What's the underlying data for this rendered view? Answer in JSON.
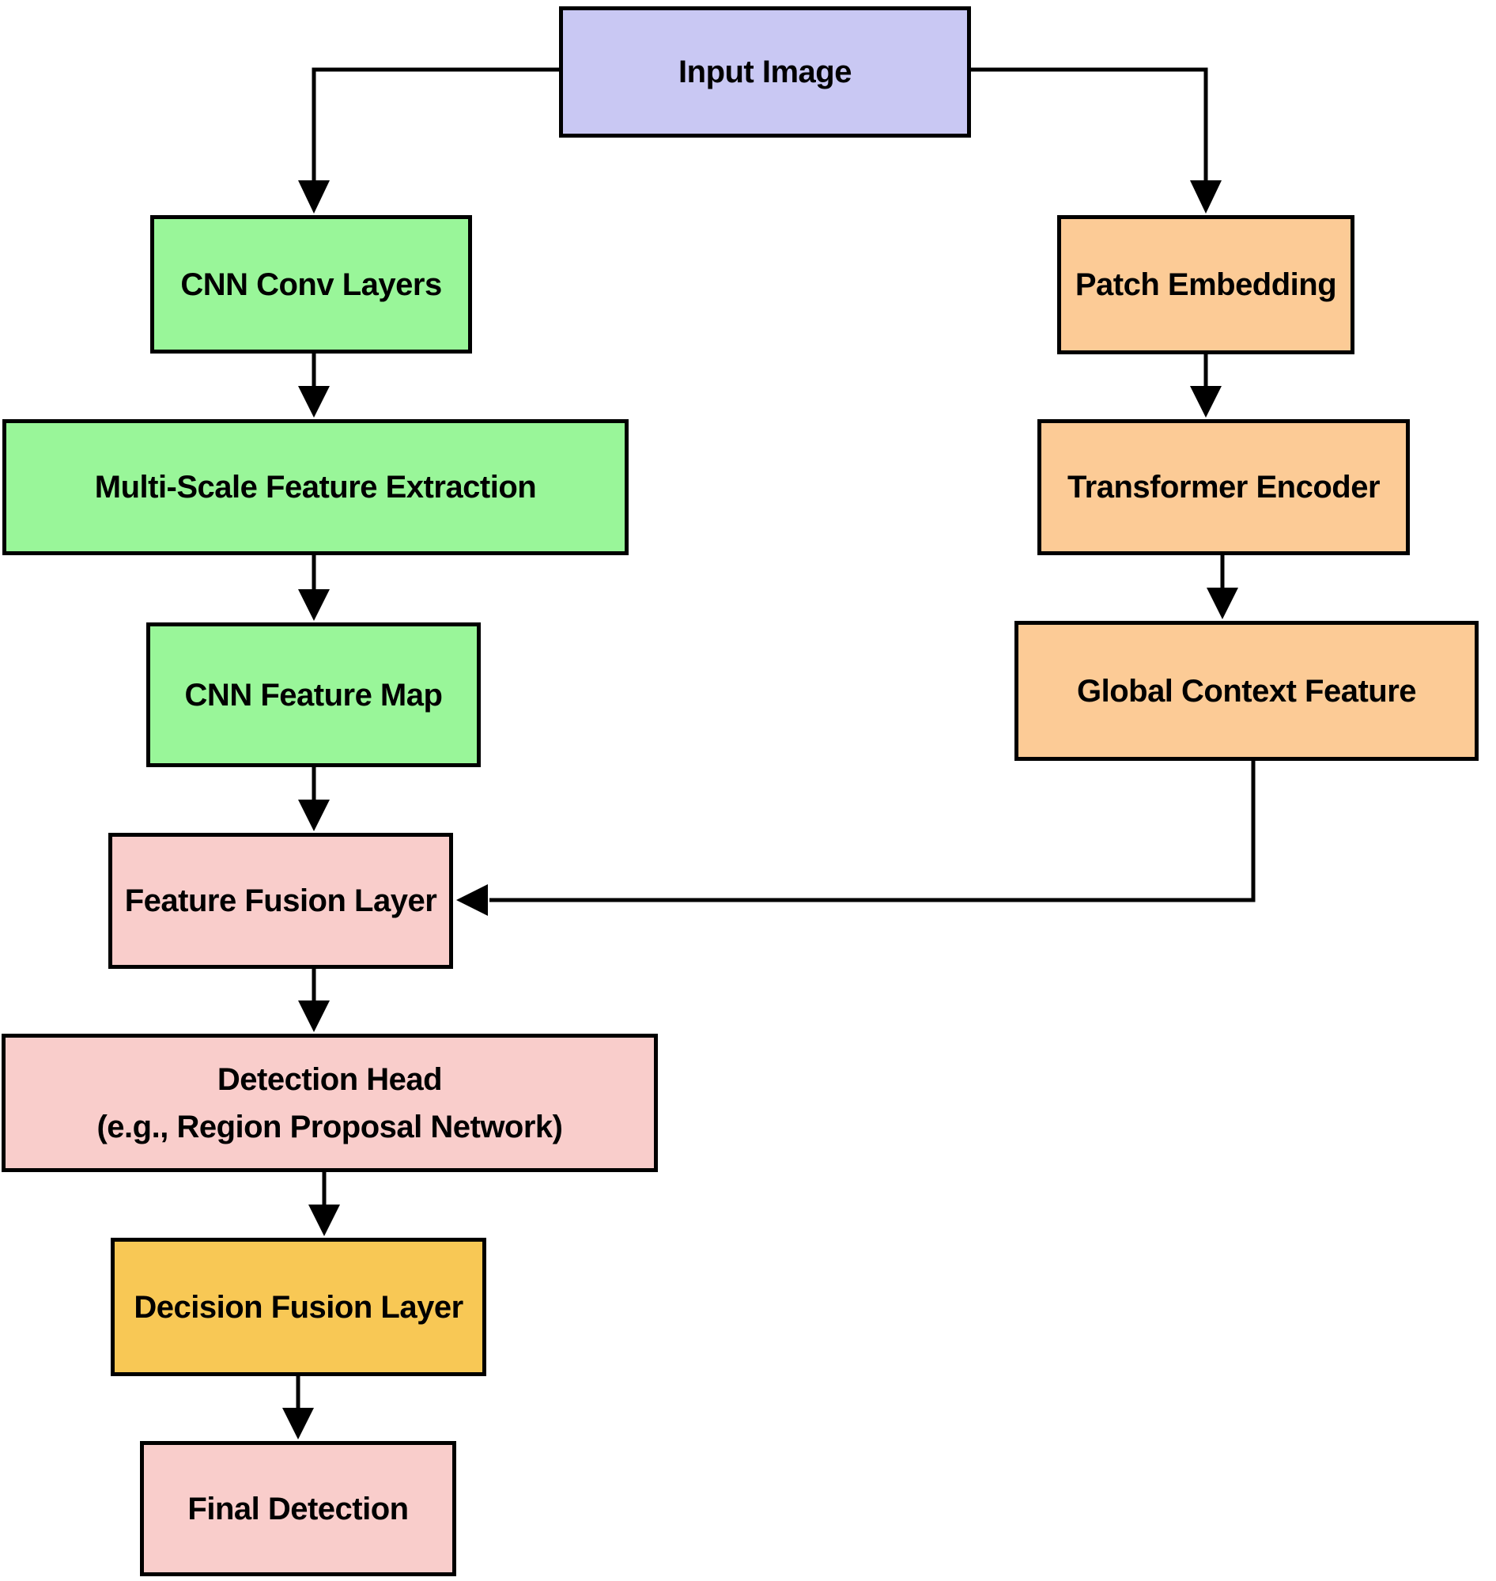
{
  "diagram": {
    "type": "flowchart",
    "background": "#FFFFFF",
    "line_color": "#000000",
    "nodes": [
      {
        "id": "input-image",
        "label": "Input Image",
        "color": "#C9C8F3"
      },
      {
        "id": "cnn-conv-layers",
        "label": "CNN Conv Layers",
        "color": "#99F699"
      },
      {
        "id": "patch-embedding",
        "label": "Patch Embedding",
        "color": "#FCCB96"
      },
      {
        "id": "multi-scale-feature-extraction",
        "label": "Multi-Scale Feature Extraction",
        "color": "#99F699"
      },
      {
        "id": "transformer-encoder",
        "label": "Transformer Encoder",
        "color": "#FCCB96"
      },
      {
        "id": "cnn-feature-map",
        "label": "CNN Feature Map",
        "color": "#99F699"
      },
      {
        "id": "global-context-feature",
        "label": "Global Context Feature",
        "color": "#FCCB96"
      },
      {
        "id": "feature-fusion-layer",
        "label": "Feature Fusion Layer",
        "color": "#F9CDCB"
      },
      {
        "id": "detection-head",
        "label": "Detection Head",
        "sublabel": "(e.g., Region Proposal Network)",
        "color": "#F9CDCB"
      },
      {
        "id": "decision-fusion-layer",
        "label": "Decision Fusion Layer",
        "color": "#F8C855"
      },
      {
        "id": "final-detection",
        "label": "Final Detection",
        "color": "#F9CDCB"
      }
    ],
    "edges": [
      {
        "from": "Input Image",
        "to": "CNN Conv Layers"
      },
      {
        "from": "Input Image",
        "to": "Patch Embedding"
      },
      {
        "from": "CNN Conv Layers",
        "to": "Multi-Scale Feature Extraction"
      },
      {
        "from": "Multi-Scale Feature Extraction",
        "to": "CNN Feature Map"
      },
      {
        "from": "CNN Feature Map",
        "to": "Feature Fusion Layer"
      },
      {
        "from": "Patch Embedding",
        "to": "Transformer Encoder"
      },
      {
        "from": "Transformer Encoder",
        "to": "Global Context Feature"
      },
      {
        "from": "Global Context Feature",
        "to": "Feature Fusion Layer"
      },
      {
        "from": "Feature Fusion Layer",
        "to": "Detection Head (e.g., Region Proposal Network)"
      },
      {
        "from": "Detection Head (e.g., Region Proposal Network)",
        "to": "Decision Fusion Layer"
      },
      {
        "from": "Decision Fusion Layer",
        "to": "Final Detection"
      }
    ]
  }
}
